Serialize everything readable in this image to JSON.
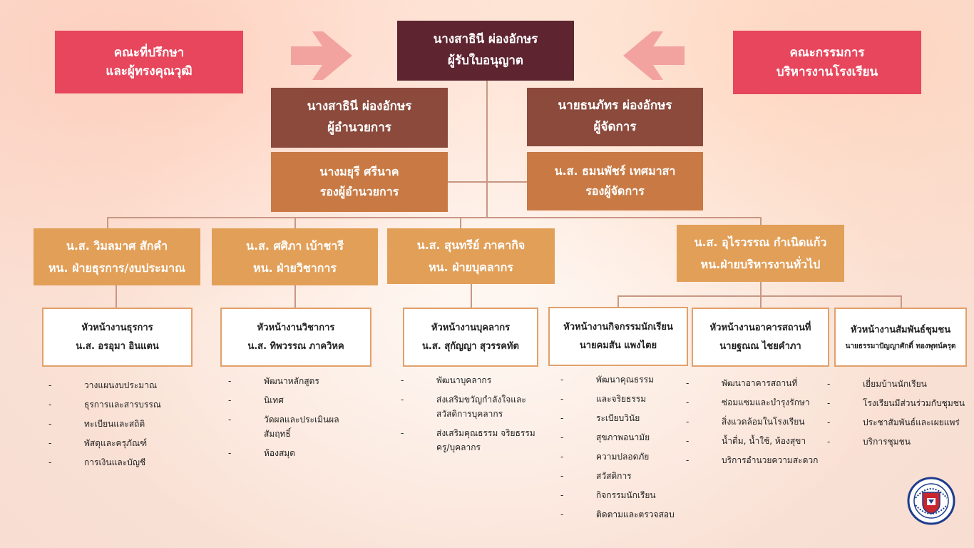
{
  "advisors": {
    "line1": "คณะที่ปรึกษา",
    "line2": "และผู้ทรงคุณวุฒิ"
  },
  "committee": {
    "line1": "คณะกรรมการ",
    "line2": "บริหารงานโรงเรียน"
  },
  "licensee": {
    "name": "นางสาธินี ผ่องอักษร",
    "role": "ผู้รับใบอนุญาต"
  },
  "director": {
    "name": "นางสาธินี ผ่องอักษร",
    "role": "ผู้อำนวยการ"
  },
  "manager": {
    "name": "นายธนภัทร ผ่องอักษร",
    "role": "ผู้จัดการ"
  },
  "deputy_director": {
    "name": "นางมยุรี ศรีนาค",
    "role": "รองผู้อำนวยการ"
  },
  "deputy_manager": {
    "name": "น.ส. ธมนพัชร์  เทศมาสา",
    "role": "รองผู้จัดการ"
  },
  "departments": [
    {
      "name": "น.ส. วิมลมาศ สักคำ",
      "role": "หน. ฝ่ายธุรการ/งบประมาณ"
    },
    {
      "name": "น.ส. ศศิภา  เบ้าชารี",
      "role": "หน. ฝ่ายวิชาการ"
    },
    {
      "name": "น.ส. สุนทรีย์ ภาคากิจ",
      "role": "หน. ฝ่ายบุคลากร"
    },
    {
      "name": "น.ส. อุไรวรรณ  กำเนิดแก้ว",
      "role": "หน.ฝ่ายบริหารงานทั่วไป"
    }
  ],
  "units": [
    {
      "title": "หัวหน้างานธุรการ",
      "person": "น.ส. อรอุมา  อินแตน"
    },
    {
      "title": "หัวหน้างานวิชาการ",
      "person": "น.ส. ทิพวรรณ  ภาควิหค"
    },
    {
      "title": "หัวหน้างานบุคลากร",
      "person": "น.ส. สุกัญญา  สุวรรคทัต"
    },
    {
      "title": "หัวหน้างานกิจกรรมนักเรียน",
      "person": "นายคมสัน  แพงไตย"
    },
    {
      "title": "หัวหน้างานอาคารสถานที่",
      "person": "นายฐณณ  ไชยคำภา"
    },
    {
      "title": "หัวหน้างานสัมพันธ์ชุมชน",
      "person": "นายธรรมาปัญญาศักดิ์ ทองพุทน์ครุต"
    }
  ],
  "task_dash": "-",
  "tasks": [
    [
      [
        "วางแผนงบประมาณ"
      ],
      [
        "ธุรการและสารบรรณ"
      ],
      [
        "ทะเบียนและสถิติ"
      ],
      [
        "พัสดุและครุภัณฑ์"
      ],
      [
        "การเงินและบัญชี"
      ]
    ],
    [
      [
        "พัฒนาหลักสูตร"
      ],
      [
        "นิเทศ"
      ],
      [
        "วัดผลและประเมินผล",
        "สัมฤทธิ์"
      ],
      [
        "ห้องสมุด"
      ]
    ],
    [
      [
        "พัฒนาบุคลากร"
      ],
      [
        "ส่งเสริมขวัญกำลังใจและ",
        "สวัสดิการบุคลากร"
      ],
      [
        "ส่งเสริมคุณธรรม จริยธรรม",
        "ครู/บุคลากร"
      ]
    ],
    [
      [
        "พัฒนาคุณธรรม"
      ],
      [
        "และจริยธรรม"
      ],
      [
        "ระเบียบวินัย"
      ],
      [
        "สุขภาพอนามัย"
      ],
      [
        "ความปลอดภัย"
      ],
      [
        "สวัสดิการ"
      ],
      [
        "กิจกรรมนักเรียน"
      ],
      [
        "ติดตามและตรวจสอบ"
      ]
    ],
    [
      [
        "พัฒนาอาคารสถานที่"
      ],
      [
        "ซ่อมแซมและบำรุงรักษา"
      ],
      [
        "สิ่งแวดล้อมในโรงเรียน"
      ],
      [
        "น้ำดื่ม, น้ำใช้, ห้องสุขา"
      ],
      [
        "บริการอำนวยความสะดวก"
      ]
    ],
    [
      [
        "เยี่ยมบ้านนักเรียน"
      ],
      [
        "โรงเรียนมีส่วนร่วมกับชุมชน"
      ],
      [
        "ประชาสัมพันธ์และเผยแพร่"
      ],
      [
        "บริการชุมชน"
      ]
    ]
  ],
  "colors": {
    "pink": "#e7465c",
    "maroon": "#5e2531",
    "brown": "#8b4a3c",
    "copper": "#c97a44",
    "sand": "#e29f58",
    "unit_border": "#e2a06a",
    "connector": "#c99784",
    "arrow": "#f2a3a0",
    "seal_blue": "#1e3c8c"
  },
  "icons": {
    "left_arrow": "arrow-right-icon",
    "right_arrow": "arrow-left-icon",
    "seal": "school-seal-icon"
  }
}
